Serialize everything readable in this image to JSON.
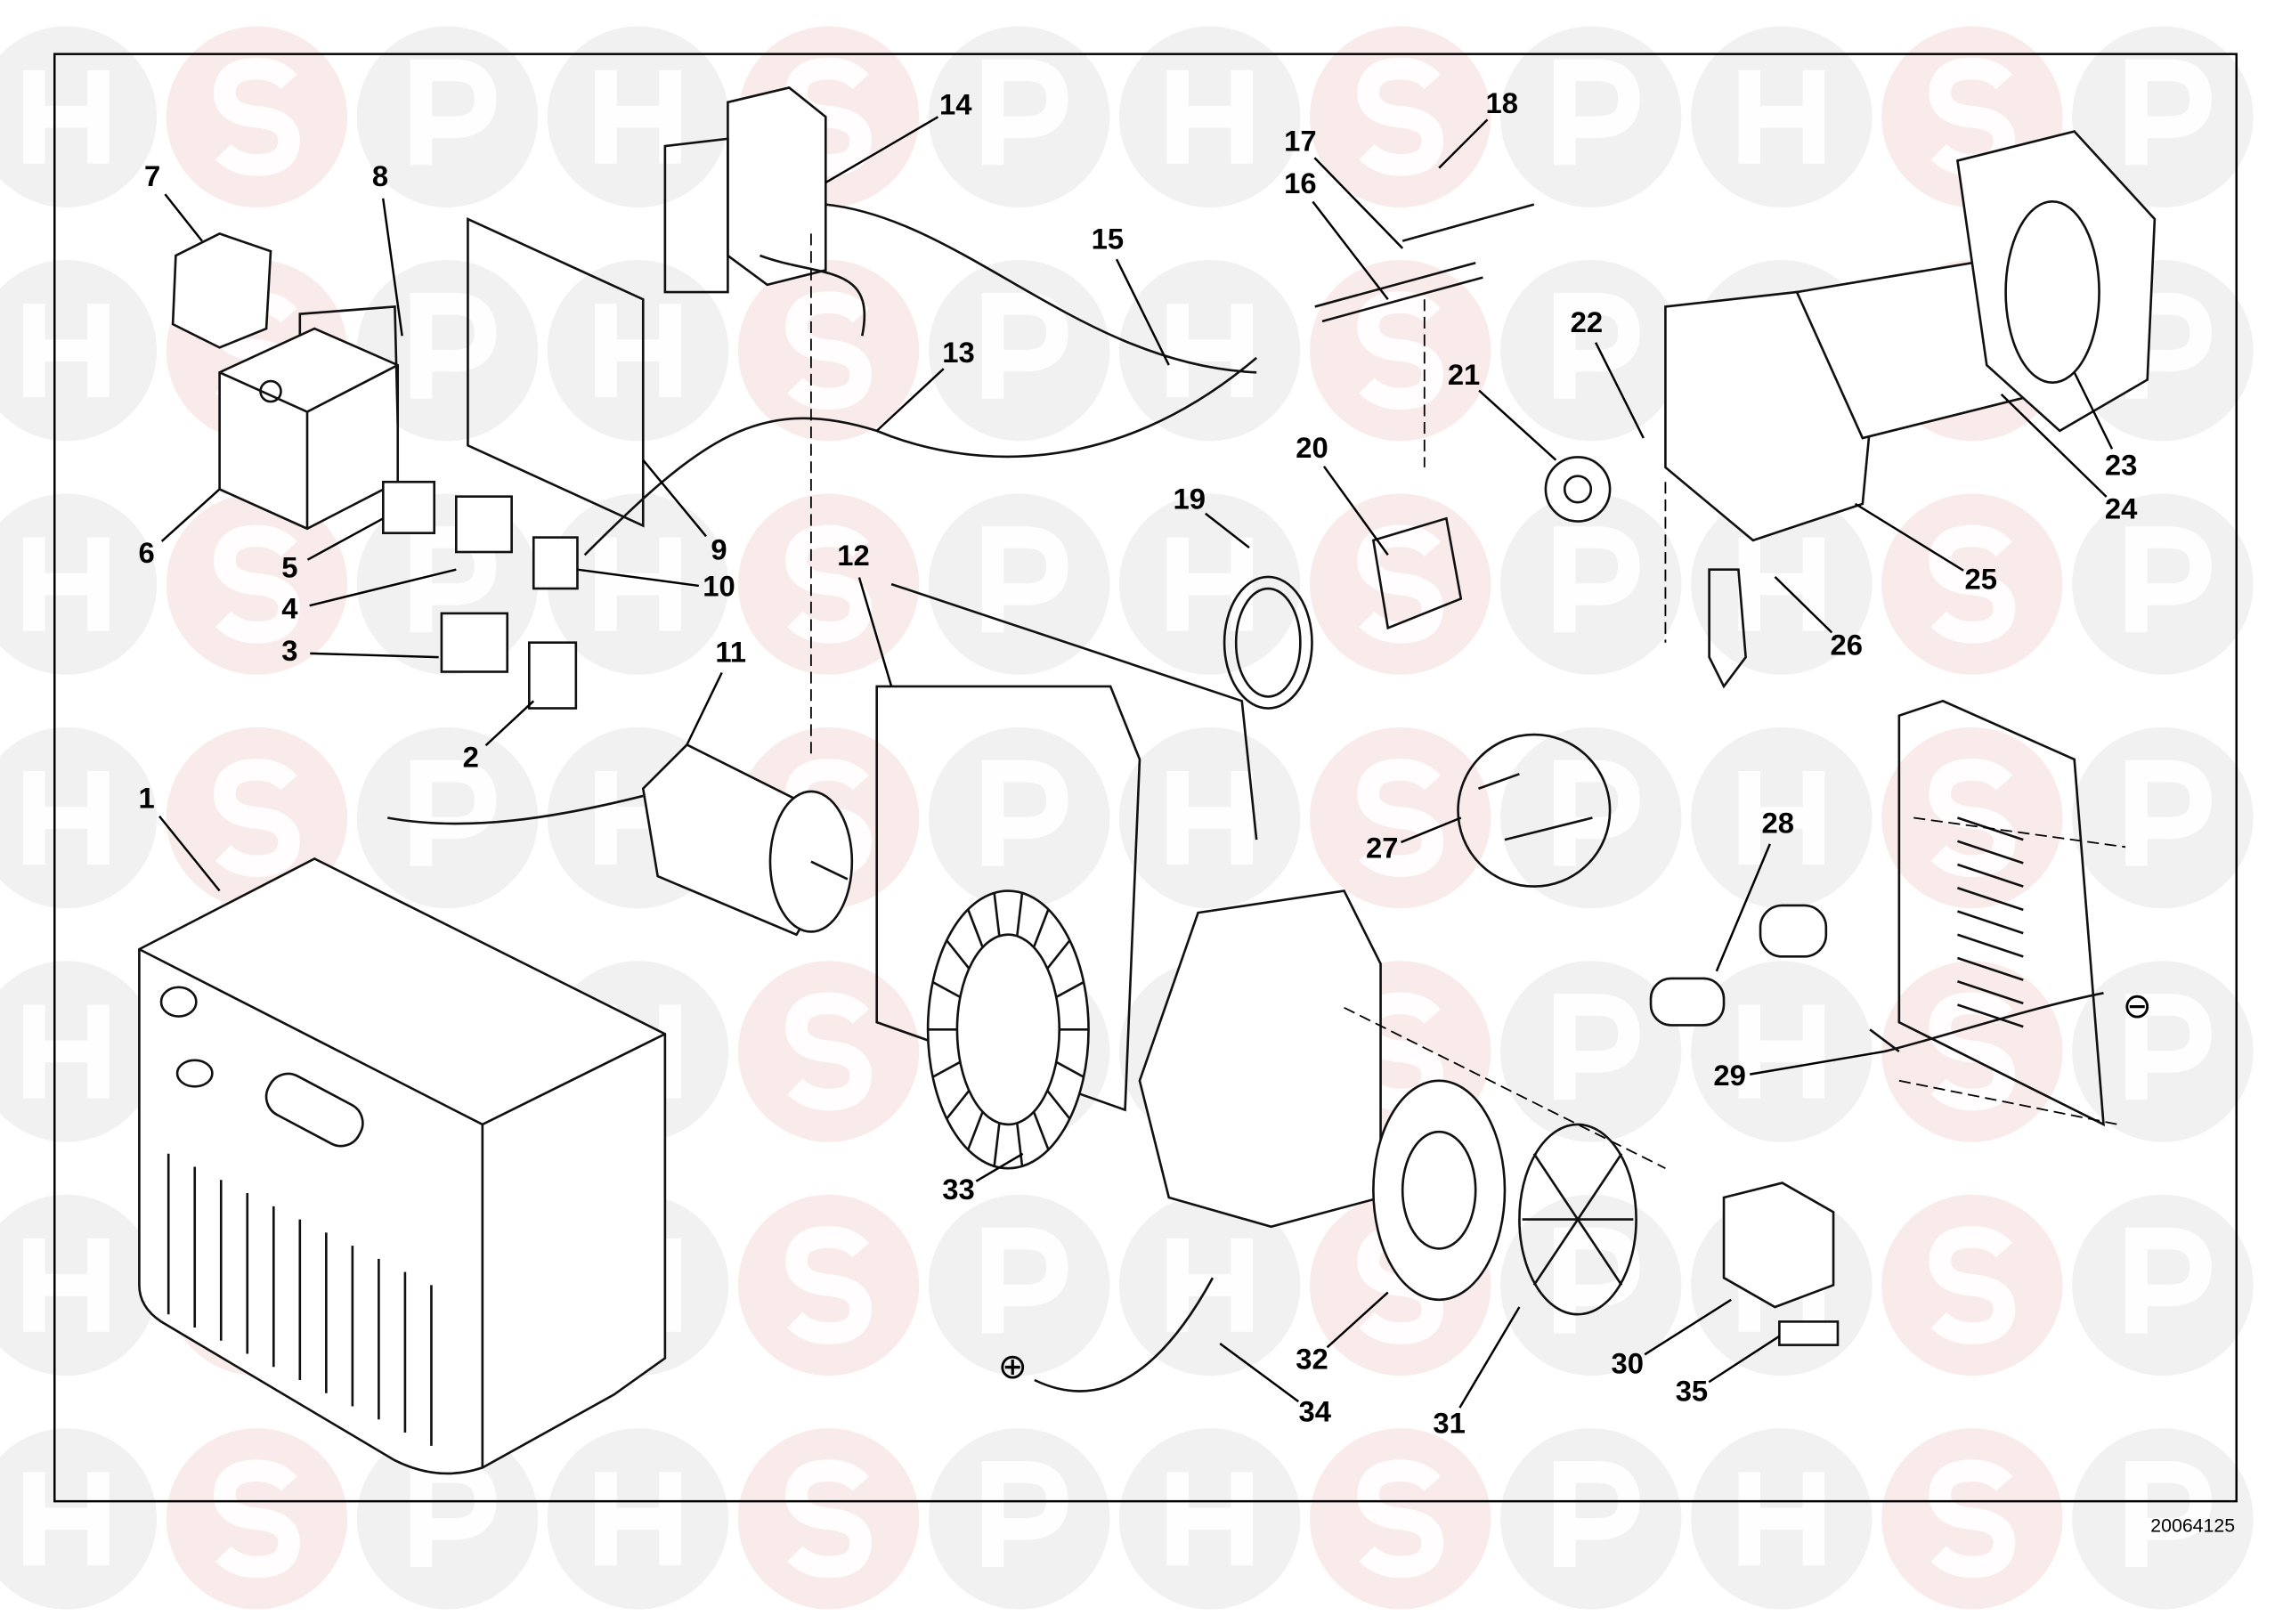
{
  "watermark": {
    "letters": [
      "H",
      "S",
      "P"
    ],
    "colors": {
      "h": "#e6e6e6",
      "s": "#f6dada",
      "p": "#e6e6e6"
    }
  },
  "callouts": [
    "1",
    "2",
    "3",
    "4",
    "5",
    "6",
    "7",
    "8",
    "9",
    "10",
    "11",
    "12",
    "13",
    "14",
    "15",
    "16",
    "17",
    "18",
    "19",
    "20",
    "21",
    "22",
    "23",
    "24",
    "25",
    "26",
    "27",
    "28",
    "29",
    "30",
    "31",
    "32",
    "33",
    "34",
    "35"
  ],
  "symbols": {
    "positive": "⊕",
    "negative": "⊖"
  },
  "footer": {
    "drawing_number": "20064125"
  }
}
